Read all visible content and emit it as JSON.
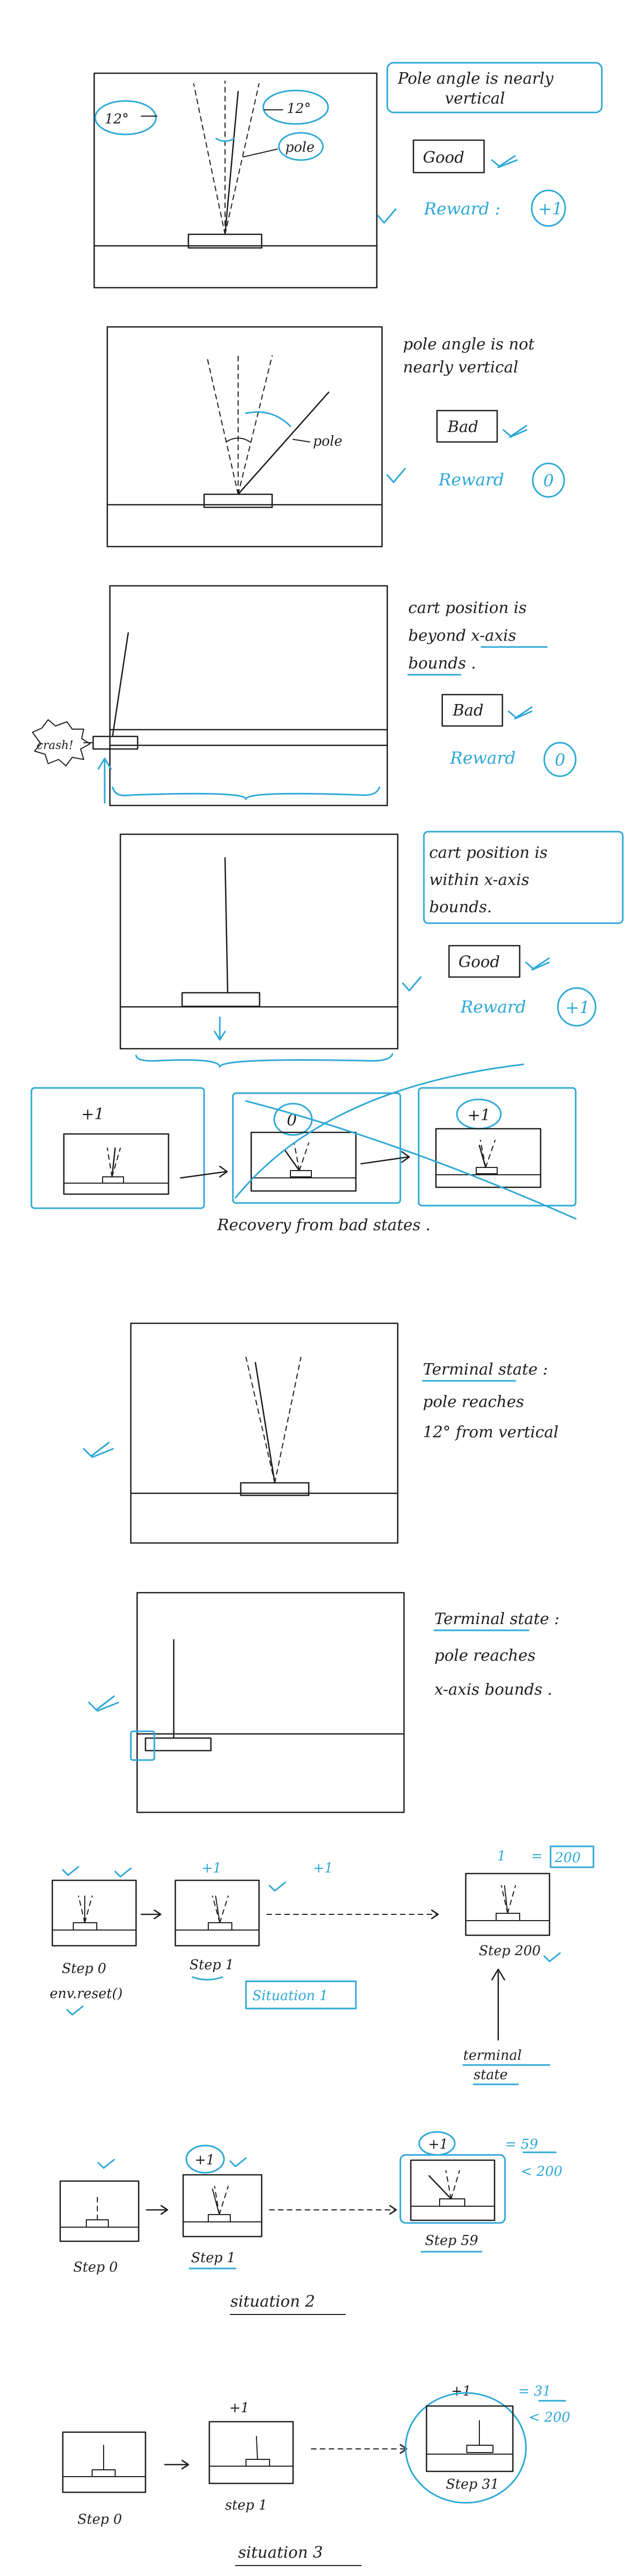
{
  "colors": {
    "ink": "#1f1f1f",
    "accent": "#2ea8d6",
    "background": "#ffffff"
  },
  "panel1": {
    "left_angle": "12°",
    "right_angle": "12°",
    "pole_label": "pole",
    "caption_line1": "Pole angle is nearly",
    "caption_line2": "vertical",
    "verdict": "Good",
    "reward_label": "Reward :",
    "reward_value": "+1"
  },
  "panel2": {
    "pole_label": "pole",
    "caption_line1": "pole angle is not",
    "caption_line2": "nearly vertical",
    "verdict": "Bad",
    "reward_label": "Reward",
    "reward_value": "0"
  },
  "panel3": {
    "crash_label": "crash!",
    "caption_line1": "cart position is",
    "caption_line2": "beyond x-axis",
    "caption_line3": "bounds .",
    "verdict": "Bad",
    "reward_label": "Reward",
    "reward_value": "0"
  },
  "panel4": {
    "caption_line1": "cart position is",
    "caption_line2": "within x-axis",
    "caption_line3": "bounds.",
    "verdict": "Good",
    "reward_label": "Reward",
    "reward_value": "+1"
  },
  "recovery": {
    "reward_1": "+1",
    "reward_2": "0",
    "reward_3": "+1",
    "caption": "Recovery from bad states ."
  },
  "terminal1": {
    "line1": "Terminal state :",
    "line2": "pole reaches",
    "line3": "12° from vertical"
  },
  "terminal2": {
    "line1": "Terminal state :",
    "line2": "pole reaches",
    "line3": "x-axis bounds ."
  },
  "situation1": {
    "reward_step1": "+1",
    "reward_mid": "+1",
    "sum_left": "1",
    "sum_eq": "=",
    "sum_right": "200",
    "step0_label": "Step 0",
    "step0_sub": "env.reset()",
    "step1_label": "Step 1",
    "last_label": "Step 200",
    "title": "Situation 1",
    "terminal_note_1": "terminal",
    "terminal_note_2": "state"
  },
  "situation2": {
    "reward_step1": "+1",
    "reward_last": "+1",
    "sum": "= 59",
    "compare": "< 200",
    "step0_label": "Step 0",
    "step1_label": "Step 1",
    "last_label": "Step 59",
    "title": "situation 2"
  },
  "situation3": {
    "reward_step1": "+1",
    "reward_last": "+1",
    "sum": "= 31",
    "compare": "< 200",
    "step0_label": "Step 0",
    "step1_label": "step 1",
    "last_label": "Step 31",
    "title": "situation 3"
  }
}
